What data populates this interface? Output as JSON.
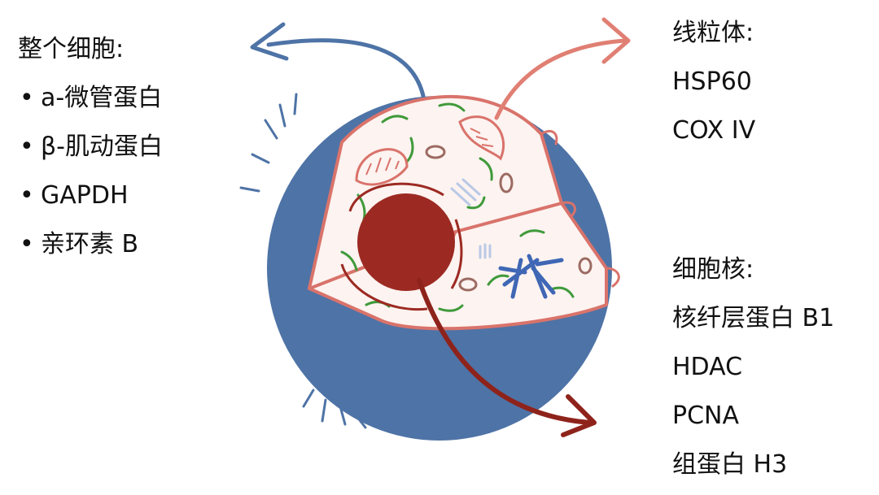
{
  "whole_cell": {
    "heading": "整个细胞:",
    "items": [
      "a-微管蛋白",
      "β-肌动蛋白",
      "GAPDH",
      "亲环素 B"
    ]
  },
  "mitochondria": {
    "heading": "线粒体:",
    "items": [
      "HSP60",
      "COX IV"
    ]
  },
  "nucleus": {
    "heading": "细胞核:",
    "items": [
      "核纤层蛋白 B1",
      "HDAC",
      "PCNA",
      "组蛋白 H3"
    ]
  },
  "colors": {
    "cytoplasm_outer": "#4e73a6",
    "cell_membrane": "#d9736b",
    "cytoplasm_fill": "#fdf3f0",
    "nucleus": "#9c2a22",
    "cytoskeleton": "#3f9a3a",
    "mito_arrow": "#e07f73",
    "nucleus_arrow": "#8e231b",
    "whole_cell_arrow": "#4e73a6",
    "chromosome": "#3f67b5"
  }
}
